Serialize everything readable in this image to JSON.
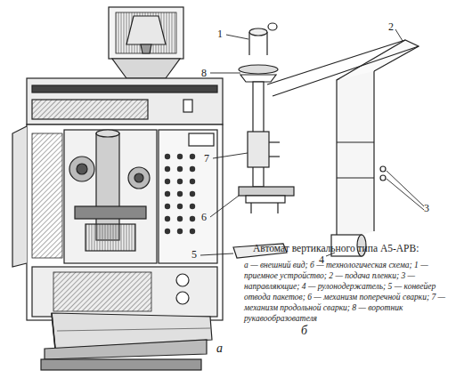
{
  "diagram": {
    "title": "Автомат вертикального типа А5-АРВ:",
    "caption": "а — внешний вид; б — технологическая схема; 1 — приемное устройство; 2 — подача пленки; 3 — направляющие; 4 — рулонодержатель; 5 — конвейер отвода пакетов; 6 — механизм поперечной сварки; 7 — механизм продольной сварки; 8 — воротник рукавообразователя",
    "labels": [
      "1",
      "2",
      "3",
      "4",
      "5",
      "6",
      "7",
      "8",
      "а",
      "б"
    ]
  }
}
